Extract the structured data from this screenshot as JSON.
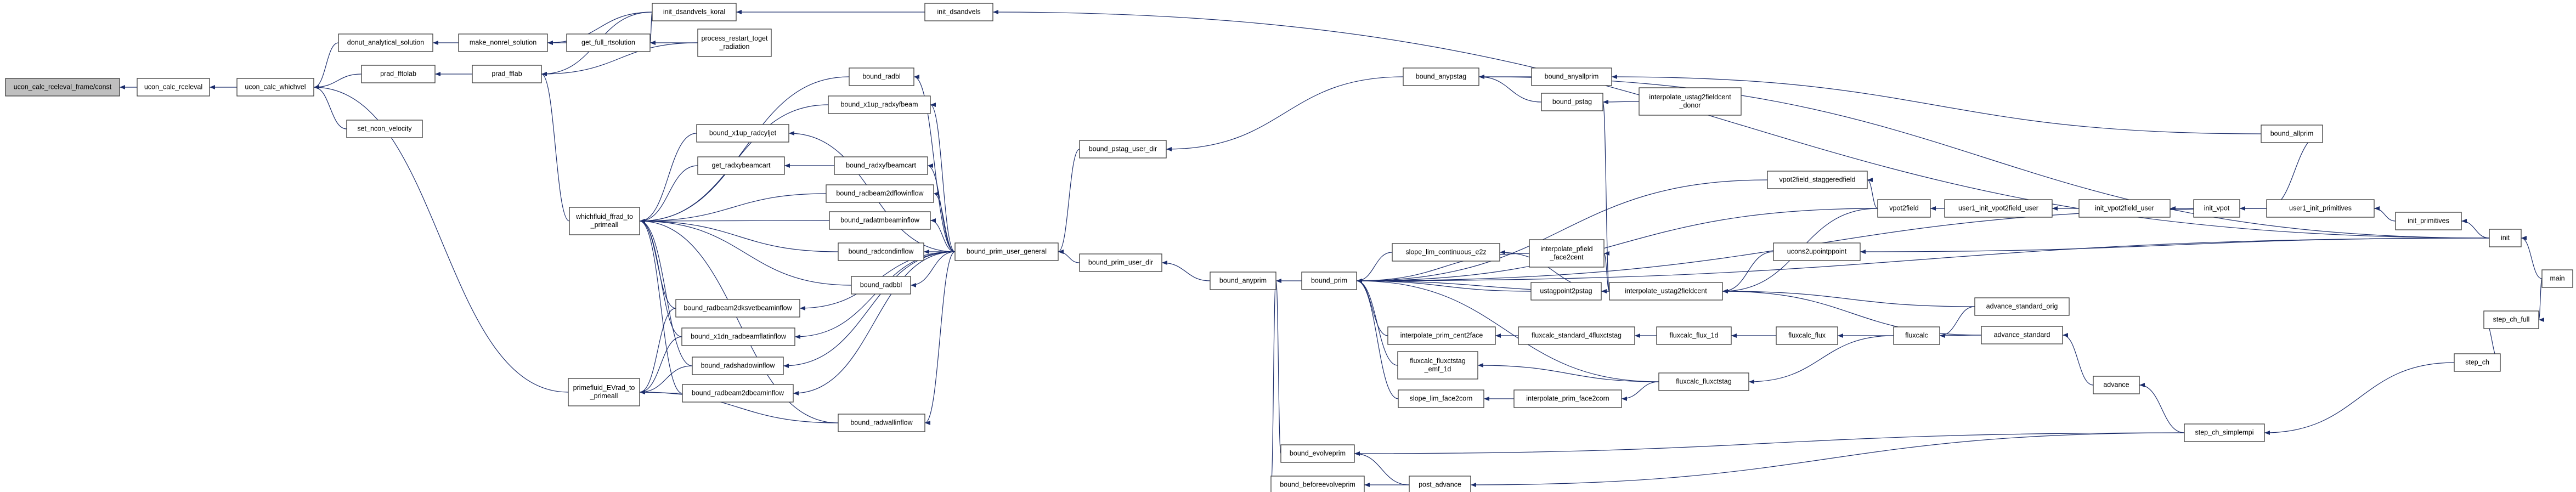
{
  "graph": {
    "title": "",
    "colors": {
      "edge": "#1c2d6b",
      "root_fill": "#bfbfbf",
      "node_fill": "#ffffff",
      "node_border": "#3a3a3a"
    },
    "nodes": [
      {
        "id": "ucon_calc_rceleval_frame",
        "label": [
          "ucon_calc_rceleval_frame/const"
        ],
        "root": true
      },
      {
        "id": "ucon_calc_rceleval",
        "label": [
          "ucon_calc_rceleval"
        ]
      },
      {
        "id": "ucon_calc_whichvel",
        "label": [
          "ucon_calc_whichvel"
        ]
      },
      {
        "id": "donut_analytical_solution",
        "label": [
          "donut_analytical_solution"
        ]
      },
      {
        "id": "make_nonrel_solution",
        "label": [
          "make_nonrel_solution"
        ]
      },
      {
        "id": "get_full_rtsolution",
        "label": [
          "get_full_rtsolution"
        ]
      },
      {
        "id": "init_dsandvels_koral",
        "label": [
          "init_dsandvels_koral"
        ]
      },
      {
        "id": "init_dsandvels",
        "label": [
          "init_dsandvels"
        ]
      },
      {
        "id": "process_restart_toget_radiation",
        "label": [
          "process_restart_toget",
          "_radiation"
        ]
      },
      {
        "id": "prad_fftolab",
        "label": [
          "prad_fftolab"
        ]
      },
      {
        "id": "prad_fflab",
        "label": [
          "prad_fflab"
        ]
      },
      {
        "id": "set_ncon_velocity",
        "label": [
          "set_ncon_velocity"
        ]
      },
      {
        "id": "whichfluid_ffrad_to_primeall",
        "label": [
          "whichfluid_ffrad_to",
          "_primeall"
        ]
      },
      {
        "id": "primefluid_EVrad_to_primeall",
        "label": [
          "primefluid_EVrad_to",
          "_primeall"
        ]
      },
      {
        "id": "bound_radbl",
        "label": [
          "bound_radbl"
        ]
      },
      {
        "id": "bound_x1up_radxyfbeam",
        "label": [
          "bound_x1up_radxyfbeam"
        ]
      },
      {
        "id": "bound_x1up_radcyljet",
        "label": [
          "bound_x1up_radcyljet"
        ]
      },
      {
        "id": "get_radxybeamcart",
        "label": [
          "get_radxybeamcart"
        ]
      },
      {
        "id": "bound_radxyfbeamcart",
        "label": [
          "bound_radxyfbeamcart"
        ]
      },
      {
        "id": "bound_radbeam2dflowinflow",
        "label": [
          "bound_radbeam2dflowinflow"
        ]
      },
      {
        "id": "bound_radatmbeaminflow",
        "label": [
          "bound_radatmbeaminflow"
        ]
      },
      {
        "id": "bound_radcondinflow",
        "label": [
          "bound_radcondinflow"
        ]
      },
      {
        "id": "bound_radbbl",
        "label": [
          "bound_radbbl"
        ]
      },
      {
        "id": "bound_radbeam2dksvetbeaminflow",
        "label": [
          "bound_radbeam2dksvetbeaminflow"
        ]
      },
      {
        "id": "bound_x1dn_radbeamflatinflow",
        "label": [
          "bound_x1dn_radbeamflatinflow"
        ]
      },
      {
        "id": "bound_radshadowinflow",
        "label": [
          "bound_radshadowinflow"
        ]
      },
      {
        "id": "bound_radbeam2dbeaminflow",
        "label": [
          "bound_radbeam2dbeaminflow"
        ]
      },
      {
        "id": "bound_radwallinflow",
        "label": [
          "bound_radwallinflow"
        ]
      },
      {
        "id": "bound_prim_user_general",
        "label": [
          "bound_prim_user_general"
        ]
      },
      {
        "id": "bound_pstag_user_dir",
        "label": [
          "bound_pstag_user_dir"
        ]
      },
      {
        "id": "bound_prim_user_dir",
        "label": [
          "bound_prim_user_dir"
        ]
      },
      {
        "id": "bound_anypstag",
        "label": [
          "bound_anypstag"
        ]
      },
      {
        "id": "bound_anyallprim",
        "label": [
          "bound_anyallprim"
        ]
      },
      {
        "id": "bound_pstag",
        "label": [
          "bound_pstag"
        ]
      },
      {
        "id": "interpolate_ustag2fieldcent_donor",
        "label": [
          "interpolate_ustag2fieldcent",
          "_donor"
        ]
      },
      {
        "id": "bound_anyprim",
        "label": [
          "bound_anyprim"
        ]
      },
      {
        "id": "bound_prim",
        "label": [
          "bound_prim"
        ]
      },
      {
        "id": "slope_lim_continuous_e2z",
        "label": [
          "slope_lim_continuous_e2z"
        ]
      },
      {
        "id": "interpolate_pfield_face2cent",
        "label": [
          "interpolate_pfield",
          "_face2cent"
        ]
      },
      {
        "id": "ustagpoint2pstag",
        "label": [
          "ustagpoint2pstag"
        ]
      },
      {
        "id": "interpolate_ustag2fieldcent",
        "label": [
          "interpolate_ustag2fieldcent"
        ]
      },
      {
        "id": "interpolate_prim_cent2face",
        "label": [
          "interpolate_prim_cent2face"
        ]
      },
      {
        "id": "fluxcalc_standard_4fluxctstag",
        "label": [
          "fluxcalc_standard_4fluxctstag"
        ]
      },
      {
        "id": "fluxcalc_flux_1d",
        "label": [
          "fluxcalc_flux_1d"
        ]
      },
      {
        "id": "fluxcalc_flux",
        "label": [
          "fluxcalc_flux"
        ]
      },
      {
        "id": "fluxcalc",
        "label": [
          "fluxcalc"
        ]
      },
      {
        "id": "fluxcalc_fluxctstag_emf_1d",
        "label": [
          "fluxcalc_fluxctstag",
          "_emf_1d"
        ]
      },
      {
        "id": "fluxcalc_fluxctstag",
        "label": [
          "fluxcalc_fluxctstag"
        ]
      },
      {
        "id": "slope_lim_face2corn",
        "label": [
          "slope_lim_face2corn"
        ]
      },
      {
        "id": "interpolate_prim_face2corn",
        "label": [
          "interpolate_prim_face2corn"
        ]
      },
      {
        "id": "vpot2field_staggeredfield",
        "label": [
          "vpot2field_staggeredfield"
        ]
      },
      {
        "id": "vpot2field",
        "label": [
          "vpot2field"
        ]
      },
      {
        "id": "user1_init_vpot2field_user",
        "label": [
          "user1_init_vpot2field_user"
        ]
      },
      {
        "id": "init_vpot2field_user",
        "label": [
          "init_vpot2field_user"
        ]
      },
      {
        "id": "init_vpot",
        "label": [
          "init_vpot"
        ]
      },
      {
        "id": "ucons2upointppoint",
        "label": [
          "ucons2upointppoint"
        ]
      },
      {
        "id": "advance_standard_orig",
        "label": [
          "advance_standard_orig"
        ]
      },
      {
        "id": "advance_standard",
        "label": [
          "advance_standard"
        ]
      },
      {
        "id": "advance",
        "label": [
          "advance"
        ]
      },
      {
        "id": "bound_allprim",
        "label": [
          "bound_allprim"
        ]
      },
      {
        "id": "user1_init_primitives",
        "label": [
          "user1_init_primitives"
        ]
      },
      {
        "id": "init_primitives",
        "label": [
          "init_primitives"
        ]
      },
      {
        "id": "init",
        "label": [
          "init"
        ]
      },
      {
        "id": "main",
        "label": [
          "main"
        ]
      },
      {
        "id": "step_ch_full",
        "label": [
          "step_ch_full"
        ]
      },
      {
        "id": "step_ch",
        "label": [
          "step_ch"
        ]
      },
      {
        "id": "step_ch_simplempi",
        "label": [
          "step_ch_simplempi"
        ]
      },
      {
        "id": "bound_evolveprim",
        "label": [
          "bound_evolveprim"
        ]
      },
      {
        "id": "bound_beforeevolveprim",
        "label": [
          "bound_beforeevolveprim"
        ]
      },
      {
        "id": "post_advance",
        "label": [
          "post_advance"
        ]
      }
    ],
    "edges": [
      [
        "ucon_calc_rceleval",
        "ucon_calc_rceleval_frame"
      ],
      [
        "ucon_calc_whichvel",
        "ucon_calc_rceleval"
      ],
      [
        "donut_analytical_solution",
        "ucon_calc_whichvel"
      ],
      [
        "prad_fftolab",
        "ucon_calc_whichvel"
      ],
      [
        "set_ncon_velocity",
        "ucon_calc_whichvel"
      ],
      [
        "primefluid_EVrad_to_primeall",
        "ucon_calc_whichvel"
      ],
      [
        "make_nonrel_solution",
        "donut_analytical_solution"
      ],
      [
        "get_full_rtsolution",
        "make_nonrel_solution"
      ],
      [
        "init_dsandvels_koral",
        "make_nonrel_solution"
      ],
      [
        "init_dsandvels_koral",
        "get_full_rtsolution"
      ],
      [
        "process_restart_toget_radiation",
        "get_full_rtsolution"
      ],
      [
        "init_dsandvels",
        "init_dsandvels_koral"
      ],
      [
        "init",
        "init_dsandvels"
      ],
      [
        "prad_fflab",
        "prad_fftolab"
      ],
      [
        "init_dsandvels_koral",
        "prad_fflab"
      ],
      [
        "process_restart_toget_radiation",
        "prad_fflab"
      ],
      [
        "whichfluid_ffrad_to_primeall",
        "prad_fflab"
      ],
      [
        "bound_radbl",
        "whichfluid_ffrad_to_primeall"
      ],
      [
        "bound_x1up_radxyfbeam",
        "whichfluid_ffrad_to_primeall"
      ],
      [
        "bound_x1up_radcyljet",
        "whichfluid_ffrad_to_primeall"
      ],
      [
        "get_radxybeamcart",
        "whichfluid_ffrad_to_primeall"
      ],
      [
        "bound_radbeam2dflowinflow",
        "whichfluid_ffrad_to_primeall"
      ],
      [
        "bound_radatmbeaminflow",
        "whichfluid_ffrad_to_primeall"
      ],
      [
        "bound_radcondinflow",
        "whichfluid_ffrad_to_primeall"
      ],
      [
        "bound_radbbl",
        "whichfluid_ffrad_to_primeall"
      ],
      [
        "bound_radbeam2dksvetbeaminflow",
        "whichfluid_ffrad_to_primeall"
      ],
      [
        "bound_x1dn_radbeamflatinflow",
        "whichfluid_ffrad_to_primeall"
      ],
      [
        "bound_radshadowinflow",
        "whichfluid_ffrad_to_primeall"
      ],
      [
        "bound_radbeam2dbeaminflow",
        "whichfluid_ffrad_to_primeall"
      ],
      [
        "bound_radwallinflow",
        "whichfluid_ffrad_to_primeall"
      ],
      [
        "bound_radbeam2dksvetbeaminflow",
        "primefluid_EVrad_to_primeall"
      ],
      [
        "bound_x1dn_radbeamflatinflow",
        "primefluid_EVrad_to_primeall"
      ],
      [
        "bound_radshadowinflow",
        "primefluid_EVrad_to_primeall"
      ],
      [
        "bound_radbeam2dbeaminflow",
        "primefluid_EVrad_to_primeall"
      ],
      [
        "bound_radwallinflow",
        "primefluid_EVrad_to_primeall"
      ],
      [
        "bound_radxyfbeamcart",
        "get_radxybeamcart"
      ],
      [
        "bound_prim_user_general",
        "bound_radbl"
      ],
      [
        "bound_prim_user_general",
        "bound_x1up_radxyfbeam"
      ],
      [
        "bound_prim_user_general",
        "bound_x1up_radcyljet"
      ],
      [
        "bound_prim_user_general",
        "bound_radxyfbeamcart"
      ],
      [
        "bound_prim_user_general",
        "bound_radbeam2dflowinflow"
      ],
      [
        "bound_prim_user_general",
        "bound_radatmbeaminflow"
      ],
      [
        "bound_prim_user_general",
        "bound_radcondinflow"
      ],
      [
        "bound_prim_user_general",
        "bound_radbbl"
      ],
      [
        "bound_prim_user_general",
        "bound_radbeam2dksvetbeaminflow"
      ],
      [
        "bound_prim_user_general",
        "bound_x1dn_radbeamflatinflow"
      ],
      [
        "bound_prim_user_general",
        "bound_radshadowinflow"
      ],
      [
        "bound_prim_user_general",
        "bound_radbeam2dbeaminflow"
      ],
      [
        "bound_prim_user_general",
        "bound_radwallinflow"
      ],
      [
        "bound_pstag_user_dir",
        "bound_prim_user_general"
      ],
      [
        "bound_prim_user_dir",
        "bound_prim_user_general"
      ],
      [
        "bound_anypstag",
        "bound_pstag_user_dir"
      ],
      [
        "bound_anyprim",
        "bound_prim_user_dir"
      ],
      [
        "bound_anyallprim",
        "bound_anypstag"
      ],
      [
        "bound_pstag",
        "bound_anypstag"
      ],
      [
        "init",
        "bound_anypstag"
      ],
      [
        "bound_allprim",
        "bound_anyallprim"
      ],
      [
        "interpolate_ustag2fieldcent_donor",
        "bound_pstag"
      ],
      [
        "interpolate_ustag2fieldcent",
        "bound_pstag"
      ],
      [
        "bound_prim",
        "bound_anyprim"
      ],
      [
        "bound_evolveprim",
        "bound_anyprim"
      ],
      [
        "bound_beforeevolveprim",
        "bound_anyprim"
      ],
      [
        "vpot2field_staggeredfield",
        "bound_prim"
      ],
      [
        "vpot2field",
        "bound_prim"
      ],
      [
        "user1_init_primitives",
        "bound_prim"
      ],
      [
        "init",
        "bound_prim"
      ],
      [
        "slope_lim_continuous_e2z",
        "bound_prim"
      ],
      [
        "interpolate_pfield_face2cent",
        "bound_prim"
      ],
      [
        "ustagpoint2pstag",
        "bound_prim"
      ],
      [
        "interpolate_ustag2fieldcent",
        "bound_prim"
      ],
      [
        "interpolate_prim_cent2face",
        "bound_prim"
      ],
      [
        "fluxcalc_fluxctstag_emf_1d",
        "bound_prim"
      ],
      [
        "slope_lim_face2corn",
        "bound_prim"
      ],
      [
        "fluxcalc_fluxctstag",
        "bound_prim"
      ],
      [
        "interpolate_ustag2fieldcent",
        "slope_lim_continuous_e2z"
      ],
      [
        "interpolate_ustag2fieldcent",
        "interpolate_pfield_face2cent"
      ],
      [
        "interpolate_ustag2fieldcent",
        "ustagpoint2pstag"
      ],
      [
        "vpot2field",
        "interpolate_ustag2fieldcent"
      ],
      [
        "ucons2upointppoint",
        "interpolate_ustag2fieldcent"
      ],
      [
        "advance_standard_orig",
        "interpolate_ustag2fieldcent"
      ],
      [
        "advance_standard",
        "interpolate_ustag2fieldcent"
      ],
      [
        "fluxcalc_standard_4fluxctstag",
        "interpolate_prim_cent2face"
      ],
      [
        "fluxcalc_flux_1d",
        "fluxcalc_standard_4fluxctstag"
      ],
      [
        "fluxcalc_flux",
        "fluxcalc_flux_1d"
      ],
      [
        "fluxcalc",
        "fluxcalc_flux"
      ],
      [
        "advance_standard_orig",
        "fluxcalc"
      ],
      [
        "advance_standard",
        "fluxcalc"
      ],
      [
        "fluxcalc",
        "fluxcalc_fluxctstag"
      ],
      [
        "fluxcalc_fluxctstag",
        "fluxcalc_fluxctstag_emf_1d"
      ],
      [
        "interpolate_prim_face2corn",
        "slope_lim_face2corn"
      ],
      [
        "fluxcalc_fluxctstag",
        "interpolate_prim_face2corn"
      ],
      [
        "vpot2field",
        "vpot2field_staggeredfield"
      ],
      [
        "user1_init_vpot2field_user",
        "vpot2field"
      ],
      [
        "init_vpot2field_user",
        "user1_init_vpot2field_user"
      ],
      [
        "init_vpot",
        "init_vpot2field_user"
      ],
      [
        "user1_init_primitives",
        "init_vpot"
      ],
      [
        "init",
        "ucons2upointppoint"
      ],
      [
        "advance",
        "advance_standard"
      ],
      [
        "step_ch_simplempi",
        "advance"
      ],
      [
        "user1_init_primitives",
        "bound_allprim"
      ],
      [
        "init_primitives",
        "user1_init_primitives"
      ],
      [
        "init",
        "init_primitives"
      ],
      [
        "main",
        "init"
      ],
      [
        "step_ch_full",
        "step_ch"
      ],
      [
        "main",
        "step_ch_full"
      ],
      [
        "step_ch",
        "step_ch_simplempi"
      ],
      [
        "step_ch_simplempi",
        "bound_evolveprim"
      ],
      [
        "post_advance",
        "bound_evolveprim"
      ],
      [
        "post_advance",
        "bound_beforeevolveprim"
      ],
      [
        "step_ch_simplempi",
        "post_advance"
      ]
    ]
  }
}
